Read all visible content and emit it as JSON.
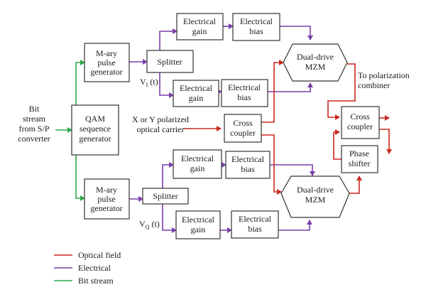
{
  "diagram": {
    "input_label": [
      "Bit",
      "stream",
      "from S/P",
      "converter"
    ],
    "qam_block": [
      "QAM",
      "sequence",
      "generator"
    ],
    "mary_upper": [
      "M-ary",
      "pulse",
      "generator"
    ],
    "mary_lower": [
      "M-ary",
      "pulse",
      "generator"
    ],
    "splitter_upper": "Splitter",
    "splitter_lower": "Splitter",
    "vi_label": "V",
    "vi_sub": "I",
    "vi_suffix": " (t)",
    "vq_label": "V",
    "vq_sub": "Q",
    "vq_suffix": " (t)",
    "gain_1": [
      "Electrical",
      "gain"
    ],
    "gain_2": [
      "Electrical",
      "gain"
    ],
    "gain_3": [
      "Electrical",
      "gain"
    ],
    "gain_4": [
      "Electrical",
      "gain"
    ],
    "bias_1": [
      "Electrical",
      "bias"
    ],
    "bias_2": [
      "Electrical",
      "bias"
    ],
    "bias_3": [
      "Electrical",
      "bias"
    ],
    "bias_4": [
      "Electrical",
      "bias"
    ],
    "mzm_upper": [
      "Dual-drive",
      "MZM"
    ],
    "mzm_lower": [
      "Dual-drive",
      "MZM"
    ],
    "carrier_label": [
      "X or Y polarized",
      "optical carrier"
    ],
    "cross_coupler_left": [
      "Cross",
      "coupler"
    ],
    "cross_coupler_right": [
      "Cross",
      "coupler"
    ],
    "phase_shifter": [
      "Phase",
      "shifter"
    ],
    "output_label": [
      "To polarization",
      "combiner"
    ]
  },
  "legend": {
    "optical": "Optical field",
    "electrical": "Electrical",
    "bitstream": "Bit stream"
  },
  "colors": {
    "optical": "#c8281e",
    "electrical": "#7a3fa8",
    "bitstream": "#2ea84a"
  }
}
